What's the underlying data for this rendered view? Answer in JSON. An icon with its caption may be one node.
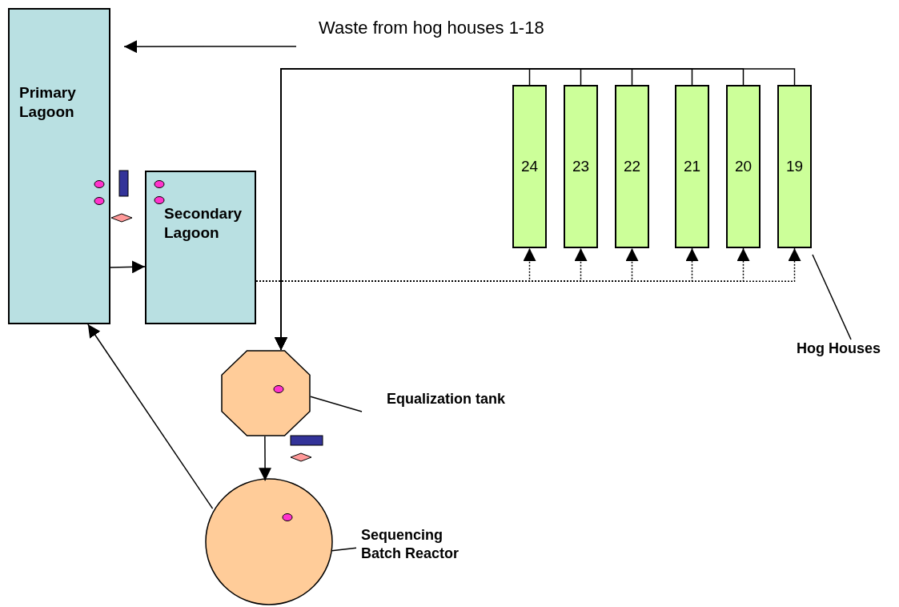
{
  "diagram": {
    "nodes": [
      {
        "text": [
          "Primary Lagoon"
        ]
      },
      {
        "text": [
          "Waste from hog houses 1-18"
        ]
      },
      {
        "text": [
          "24"
        ]
      },
      {
        "text": [
          "23"
        ]
      },
      {
        "text": [
          "22"
        ]
      },
      {
        "text": [
          "21"
        ]
      },
      {
        "text": [
          "20"
        ]
      },
      {
        "text": [
          "19"
        ]
      },
      {
        "text": [
          "Secondary Lagoon"
        ]
      },
      {
        "text": [
          "Hog Houses"
        ]
      },
      {
        "text": [],
        "shape": "octagon"
      },
      {
        "text": [
          "Equalization tank"
        ]
      },
      {
        "text": [],
        "shape": "circle"
      },
      {
        "text": [
          "Sequencing Batch Reactor"
        ]
      }
    ],
    "edges": [
      {
        "from": 1,
        "to": 0,
        "arrow": "to"
      },
      {
        "from": 0,
        "to": 8,
        "arrow": "to"
      },
      {
        "from": 2,
        "to": 10,
        "arrow": "to"
      },
      {
        "from": 3,
        "to": 10,
        "arrow": "to"
      },
      {
        "from": 4,
        "to": 10,
        "arrow": "to"
      },
      {
        "from": 5,
        "to": 10,
        "arrow": "to"
      },
      {
        "from": 6,
        "to": 10,
        "arrow": "to"
      },
      {
        "from": 7,
        "to": 10,
        "arrow": "to"
      },
      {
        "from": 8,
        "to": 2,
        "arrow": "to",
        "style": "dashed"
      },
      {
        "from": 8,
        "to": 3,
        "arrow": "to",
        "style": "dashed"
      },
      {
        "from": 8,
        "to": 4,
        "arrow": "to",
        "style": "dashed"
      },
      {
        "from": 8,
        "to": 5,
        "arrow": "to",
        "style": "dashed"
      },
      {
        "from": 8,
        "to": 6,
        "arrow": "to",
        "style": "dashed"
      },
      {
        "from": 8,
        "to": 7,
        "arrow": "to",
        "style": "dashed"
      },
      {
        "from": 11,
        "to": 10,
        "arrow": "none"
      },
      {
        "from": 10,
        "to": 12,
        "arrow": "to"
      },
      {
        "from": 13,
        "to": 12,
        "arrow": "none"
      },
      {
        "from": 12,
        "to": 0,
        "arrow": "to"
      },
      {
        "from": 9,
        "to": 7,
        "arrow": "none"
      }
    ]
  }
}
